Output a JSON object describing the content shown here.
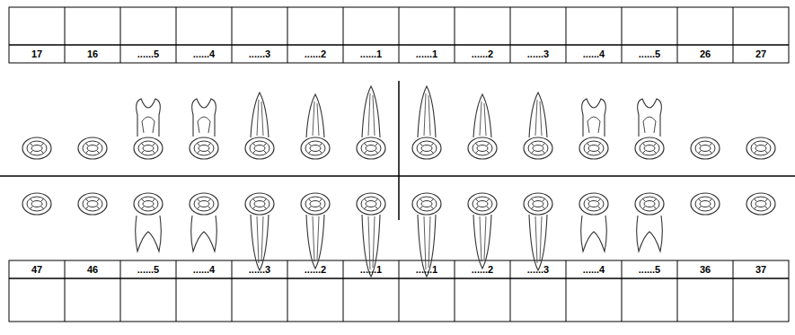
{
  "diagram": {
    "labels": [
      "17",
      "16",
      "......5",
      "......4",
      "......3",
      "......2",
      "......1",
      "......1",
      "......2",
      "......3",
      "......4",
      "......5",
      "26",
      "27",
      "47",
      "46",
      "......5",
      "......4",
      "......3",
      "......2",
      "......1",
      "......1",
      "......2",
      "......3",
      "......4",
      "......5",
      "36",
      "37"
    ]
  }
}
